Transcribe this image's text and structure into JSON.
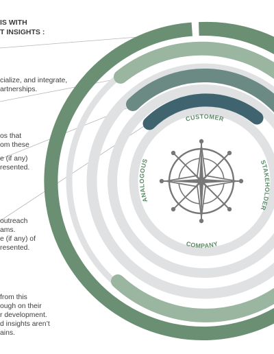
{
  "header": {
    "lines": [
      "IS WITH",
      "T INSIGHTS :"
    ]
  },
  "notes": [
    {
      "lines": [
        "cialize, and integrate,",
        "artnerships."
      ]
    },
    {
      "lines": [
        "os that",
        "om these",
        "",
        "e (if any)",
        "resented."
      ]
    },
    {
      "lines": [
        "outreach",
        "ams.",
        "e (if any) of",
        "resented."
      ]
    },
    {
      "lines": [
        "from this",
        "ough on their",
        "r development.",
        "d insights aren’t",
        "ains."
      ]
    }
  ],
  "diagram": {
    "labels": {
      "customer": "CUSTOMER",
      "stakeholder": "STAKEHOLDER",
      "company": "COMPANY",
      "analogous": "ANALOGOUS"
    },
    "icon": "compass-rose-icon",
    "colors": {
      "outer_ring": "#6a8f72",
      "ring_2": "#9ab5a0",
      "ring_3": "#6b8a84",
      "ring_4": "#3f6470",
      "track": "#e0e1e3",
      "label_green": "#5d8a67",
      "compass": "#777777",
      "leader_line": "#b5b5b5"
    }
  }
}
